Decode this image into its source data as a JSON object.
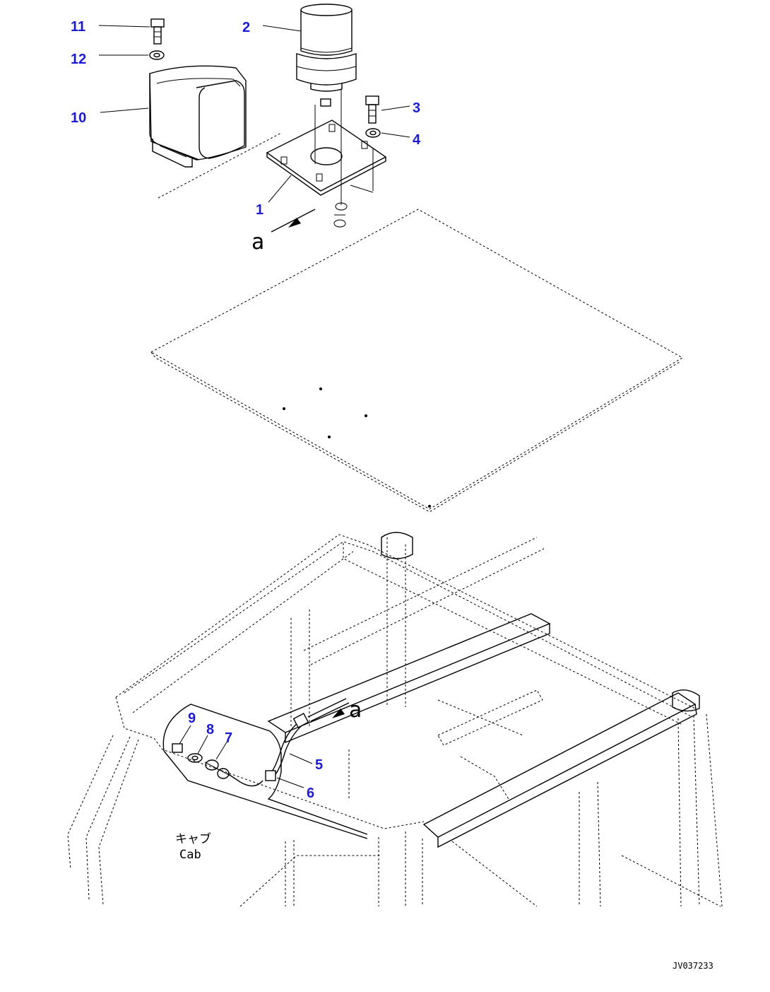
{
  "callouts": {
    "c1": "1",
    "c2": "2",
    "c3": "3",
    "c4": "4",
    "c5": "5",
    "c6": "6",
    "c7": "7",
    "c8": "8",
    "c9": "9",
    "c10": "10",
    "c11": "11",
    "c12": "12"
  },
  "view_marker": "a",
  "labels": {
    "cab_jp": "キャブ",
    "cab_en": "Cab",
    "drawing_id": "JV037233"
  },
  "colors": {
    "callout": "#1b1bd6",
    "line": "#000000",
    "background": "#ffffff"
  }
}
